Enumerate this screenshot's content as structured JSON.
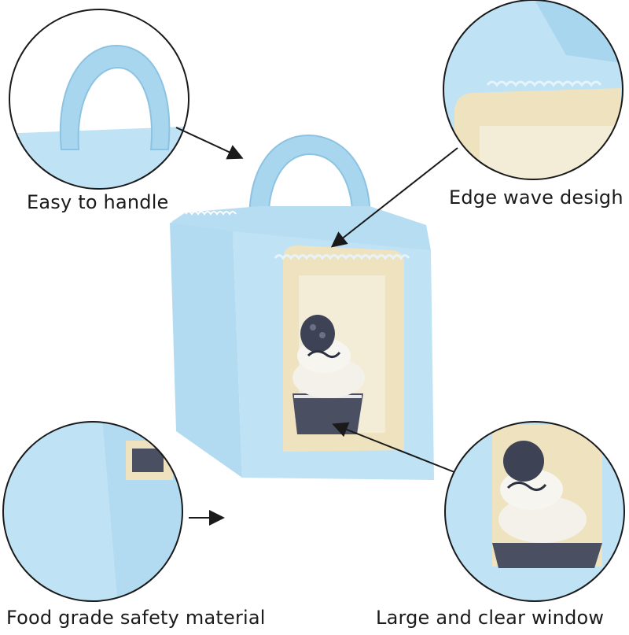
{
  "captions": {
    "handle": "Easy to handle",
    "wave": "Edge wave desigh",
    "food": "Food grade safety material",
    "window": "Large and clear window"
  },
  "colors": {
    "box_light": "#bfe2f5",
    "box_mid": "#a9d6ef",
    "box_dark": "#8cc3e2",
    "window_inner": "#efe3bf",
    "cream": "#f4f1ea",
    "cake": "#4a4f61",
    "arrow": "#1a1a1a"
  }
}
